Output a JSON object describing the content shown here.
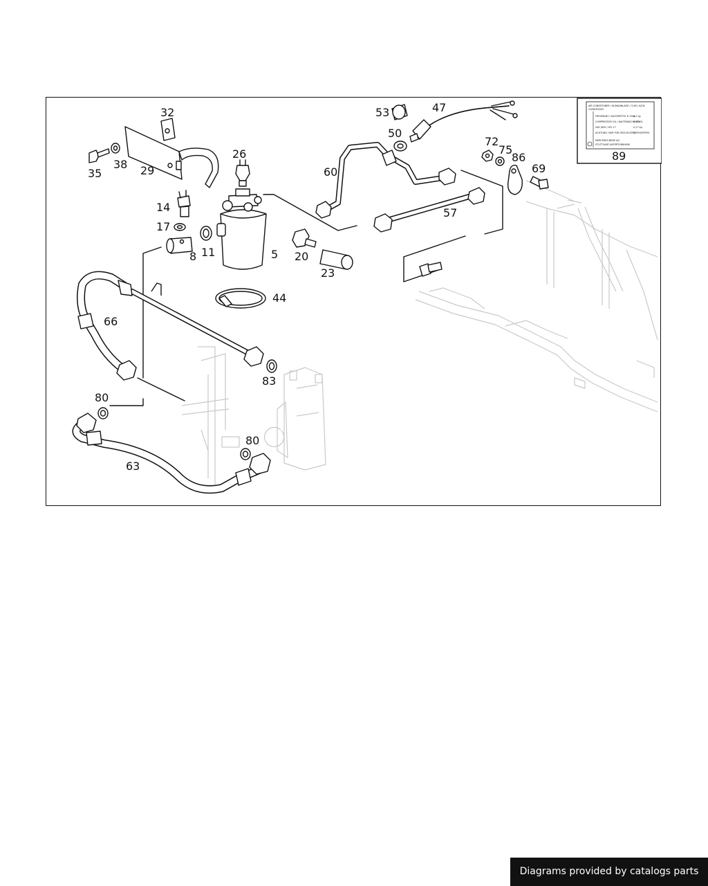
{
  "diagram": {
    "callouts": [
      "32",
      "53",
      "47",
      "50",
      "26",
      "60",
      "72",
      "75",
      "86",
      "69",
      "35",
      "38",
      "29",
      "14",
      "17",
      "57",
      "11",
      "8",
      "5",
      "20",
      "23",
      "44",
      "66",
      "83",
      "80",
      "80",
      "63"
    ],
    "label_box_number": "89",
    "label_sticker": {
      "title_lines": [
        "AIR CONDITIONER / KLIMAANLAGE / CLIM / A/CN",
        "CLIMATIZZAT."
      ],
      "rows": [
        [
          "FRIGERANT / KALTEMITTEL R 134a",
          "0,1 kg"
        ],
        [
          "COMPRESSOR OIL / KALTEMASCHINENOL",
          "0,17 l"
        ],
        [
          "SAE J639 / ISO 17",
          "0,17 kg"
        ],
        [
          "ACHTUNG: NUR FÜR GESCHULTES",
          "SERVICEPERS."
        ],
        [
          "MERCEDES-BENZ AG",
          ""
        ],
        [
          "STUTTGART-UNTERTÜRKHEIM",
          ""
        ]
      ]
    }
  },
  "footer": {
    "credit": "Diagrams provided by catalogs parts"
  }
}
